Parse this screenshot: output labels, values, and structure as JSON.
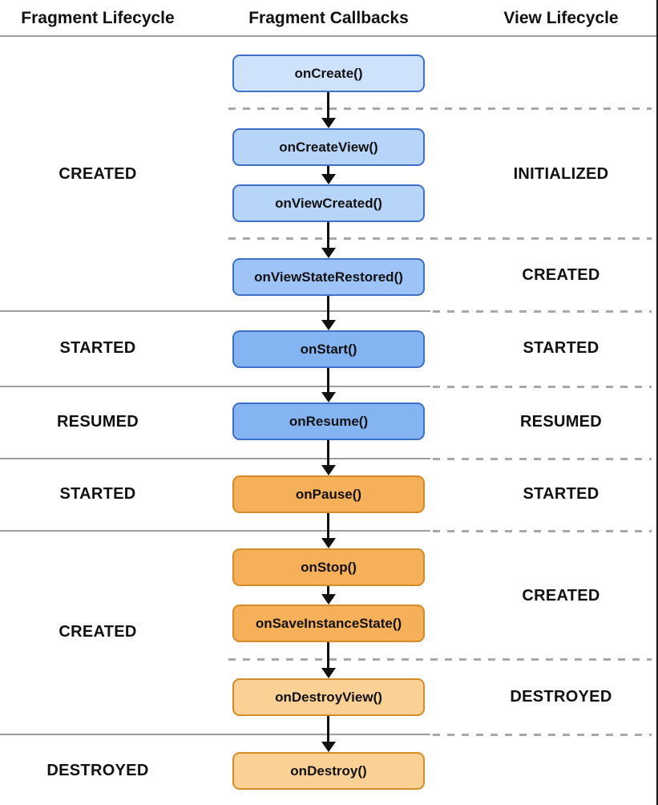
{
  "columns": {
    "fragment_lifecycle": "Fragment Lifecycle",
    "fragment_callbacks": "Fragment Callbacks",
    "view_lifecycle": "View Lifecycle"
  },
  "callbacks": [
    {
      "label": "onCreate()",
      "tone": "blue-light"
    },
    {
      "label": "onCreateView()",
      "tone": "blue-medium-light"
    },
    {
      "label": "onViewCreated()",
      "tone": "blue-medium-light"
    },
    {
      "label": "onViewStateRestored()",
      "tone": "blue-medium"
    },
    {
      "label": "onStart()",
      "tone": "blue-strong"
    },
    {
      "label": "onResume()",
      "tone": "blue-strong"
    },
    {
      "label": "onPause()",
      "tone": "orange-strong"
    },
    {
      "label": "onStop()",
      "tone": "orange-strong"
    },
    {
      "label": "onSaveInstanceState()",
      "tone": "orange-strong"
    },
    {
      "label": "onDestroyView()",
      "tone": "orange-light"
    },
    {
      "label": "onDestroy()",
      "tone": "orange-light"
    }
  ],
  "fragment_states": [
    {
      "label": "CREATED"
    },
    {
      "label": "STARTED"
    },
    {
      "label": "RESUMED"
    },
    {
      "label": "STARTED"
    },
    {
      "label": "CREATED"
    },
    {
      "label": "DESTROYED"
    }
  ],
  "view_states": [
    {
      "label": "INITIALIZED"
    },
    {
      "label": "CREATED"
    },
    {
      "label": "STARTED"
    },
    {
      "label": "RESUMED"
    },
    {
      "label": "STARTED"
    },
    {
      "label": "CREATED"
    },
    {
      "label": "DESTROYED"
    }
  ],
  "colors": {
    "blue_light": "#cfe2fb",
    "blue_medium_light": "#b7d4f9",
    "blue_medium": "#9dc3f7",
    "blue_strong": "#84b4f2",
    "blue_border": "#3f70c8",
    "orange_strong": "#f7b05a",
    "orange_light": "#fbd095",
    "orange_border": "#d48a28",
    "divider_solid_gray": "#9e9e9e",
    "divider_dashed_gray": "#a8a8a8",
    "arrow_black": "#111111"
  }
}
